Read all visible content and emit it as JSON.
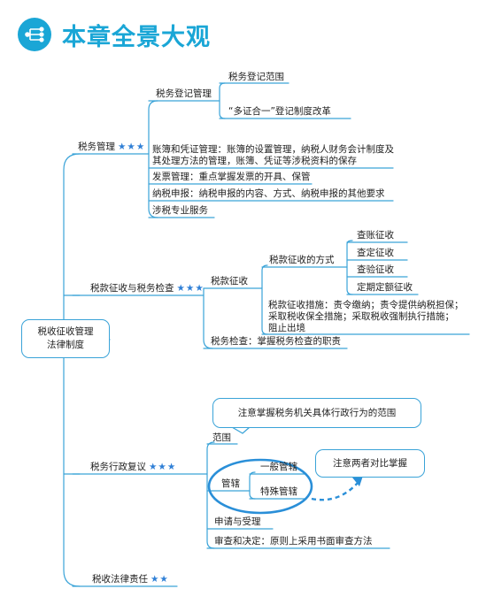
{
  "header": {
    "title": "本章全景大观",
    "icon": "mind-map-icon"
  },
  "colors": {
    "accent": "#1aa6d6",
    "line": "#3aa3d8",
    "star": "#2f7fd6",
    "highlight": "#2a8fd8"
  },
  "root": {
    "line1": "税收征收管理",
    "line2": "法律制度"
  },
  "branches": {
    "mgmt": {
      "label": "税务管理",
      "stars": "★★★",
      "registration": {
        "label": "税务登记管理",
        "items": [
          "税务登记范围",
          "“多证合一”登记制度改革"
        ]
      },
      "books": {
        "line1": "账簿和凭证管理：账簿的设置管理，纳税人财务会计制度及",
        "line2": "其处理方法的管理，账簿、凭证等涉税资料的保存"
      },
      "invoice": "发票管理：重点掌握发票的开具、保管",
      "declaration": "纳税申报：纳税申报的内容、方式、纳税申报的其他要求",
      "agency": "涉税专业服务"
    },
    "collection": {
      "label": "税款征收与税务检查",
      "stars": "★★★",
      "tax_collect": {
        "label": "税款征收",
        "methods": {
          "label": "税款征收的方式",
          "items": [
            "查账征收",
            "查定征收",
            "查验征收",
            "定期定额征收"
          ]
        },
        "measures": {
          "line1": "税款征收措施：责令缴纳；责令提供纳税担保；",
          "line2": "采取税收保全措施；采取税收强制执行措施；",
          "line3": "阻止出境"
        }
      },
      "inspection": "税务检查：掌握税务检查的职责"
    },
    "review": {
      "label": "税务行政复议",
      "stars": "★★★",
      "callout_scope": "注意掌握税务机关具体行政行为的范围",
      "scope": "范围",
      "jurisdiction": {
        "label": "管辖",
        "items": [
          "一般管辖",
          "特殊管辖"
        ]
      },
      "callout_compare": "注意两者对比掌握",
      "application": "申请与受理",
      "decision": "审查和决定：原则上采用书面审查方法"
    },
    "liability": {
      "label": "税收法律责任",
      "stars": "★★"
    }
  }
}
